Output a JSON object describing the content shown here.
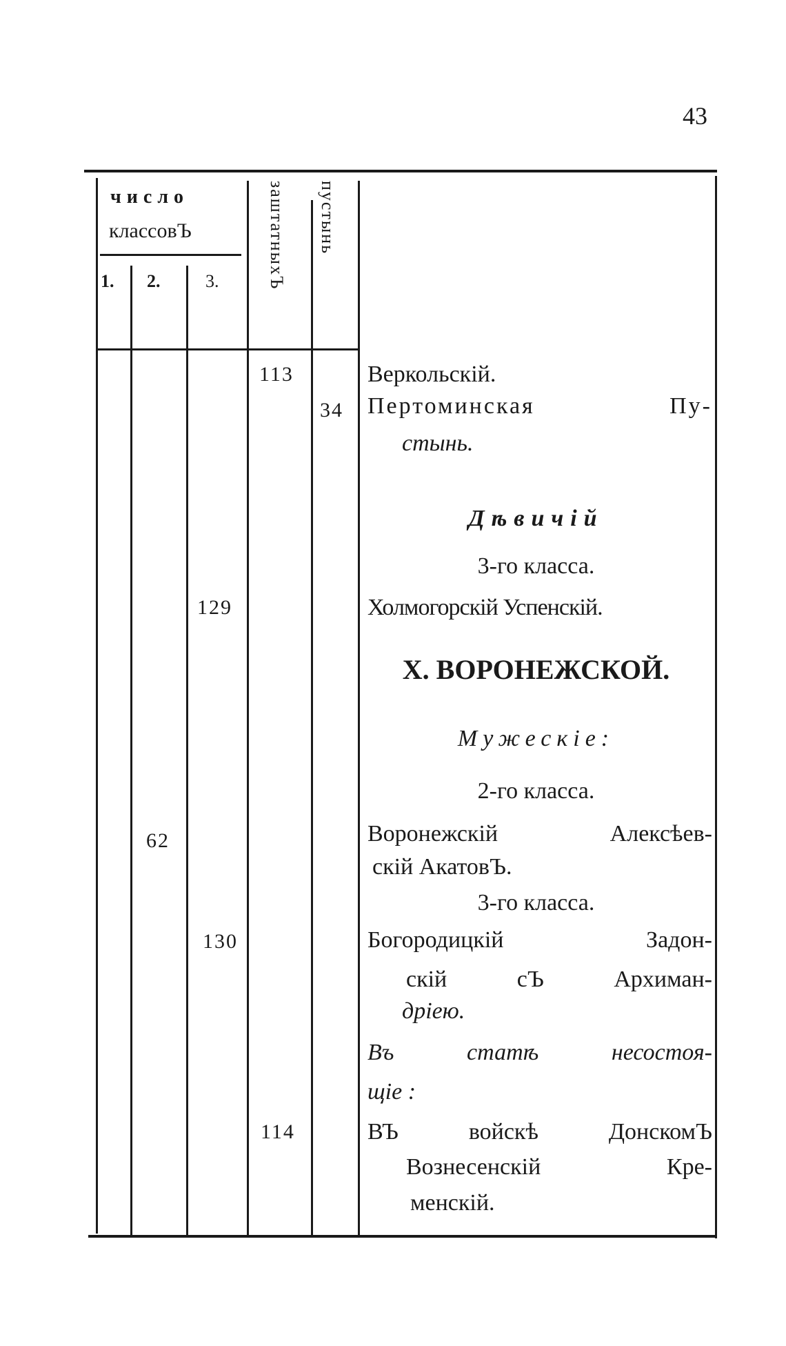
{
  "page_number": "43",
  "header": {
    "count_title_1": "число",
    "count_title_2": "классовЪ",
    "class_cols": [
      "1.",
      "2.",
      "3."
    ],
    "supernumerary": "заштатныхЪ",
    "hermitages": "пустынь"
  },
  "numbers": {
    "verkolsky": "113",
    "pertominskaya": "34",
    "kholmogorsky": "129",
    "voronezhsky": "62",
    "bogoroditsky": "130",
    "voznesensky": "114"
  },
  "lines": [
    "Веркольскій.",
    "Пертоминская Пу-",
    "стынь.",
    "Дѣвичій",
    "3-го класса.",
    "Холмогорскій Успенскій.",
    "X. ВОРОНЕЖСКОЙ.",
    "Мужескіе:",
    "2-го класса.",
    "Воронежскій Алексѣев-",
    "скій АкатовЪ.",
    "3-го класса.",
    "Богородицкій Задон-",
    "скій сЪ Архиман-",
    "дріею.",
    "Въ статѣ несостоя-",
    "щіе :",
    "ВЪ войскѣ ДонскомЪ",
    "Вознесенскій Кре-",
    "менскій."
  ]
}
